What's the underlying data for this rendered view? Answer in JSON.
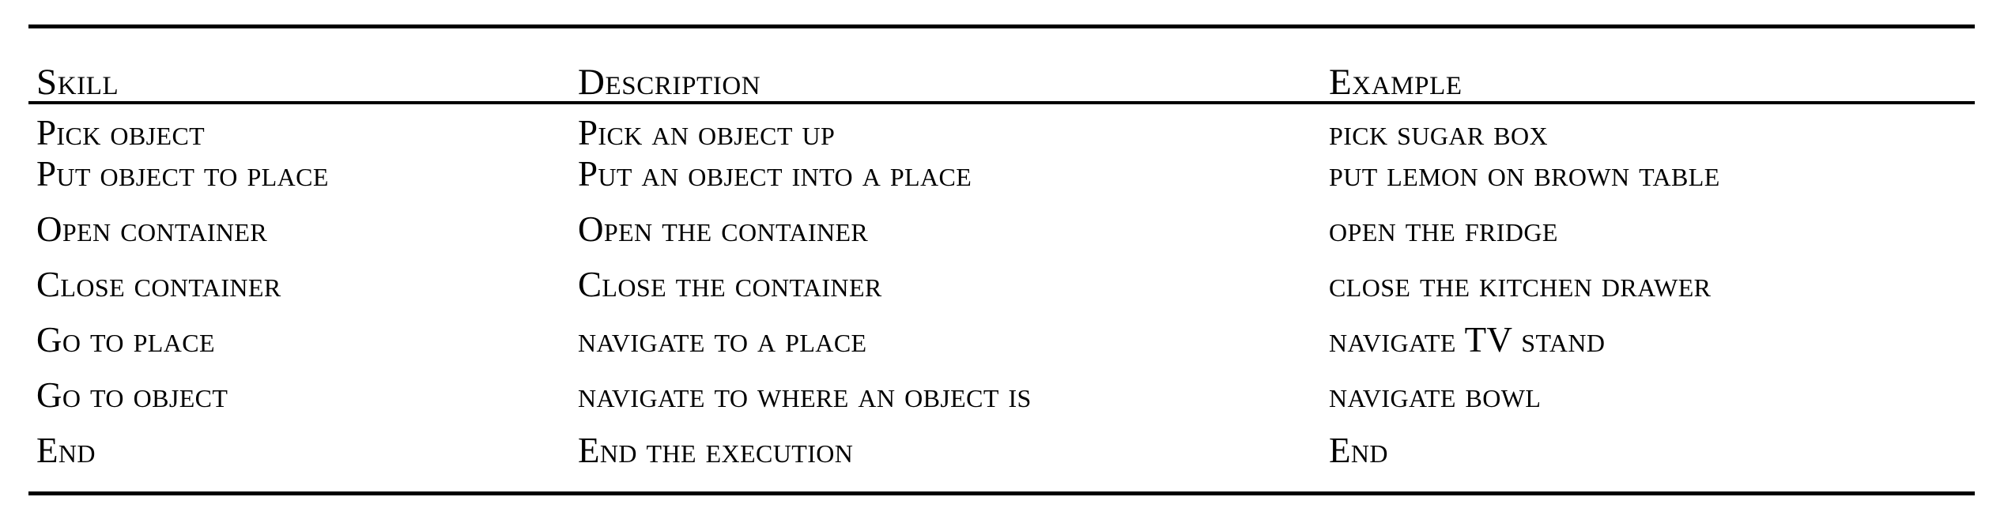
{
  "table": {
    "caption": "",
    "columns": [
      {
        "key": "skill",
        "header": "Skill"
      },
      {
        "key": "description",
        "header": "Description"
      },
      {
        "key": "example",
        "header": "Example"
      }
    ],
    "rows": [
      {
        "skill": "Pick object",
        "description": "Pick an object up",
        "example": "pick sugar box"
      },
      {
        "skill": "Put object to place",
        "description": "Put an object into a place",
        "example": "put lemon on brown table"
      },
      {
        "skill": "Open container",
        "description": "Open the container",
        "example": "open the fridge"
      },
      {
        "skill": "Close container",
        "description": "Close the container",
        "example": "close the kitchen drawer"
      },
      {
        "skill": "Go to place",
        "description": "navigate to a place",
        "example": "navigate TV stand"
      },
      {
        "skill": "Go to object",
        "description": "navigate to where an object is",
        "example": "navigate bowl"
      },
      {
        "skill": "End",
        "description": "End the execution",
        "example": "End"
      }
    ]
  },
  "style": {
    "text_color": "#000000",
    "background_color": "#ffffff",
    "rule_color": "#000000"
  }
}
